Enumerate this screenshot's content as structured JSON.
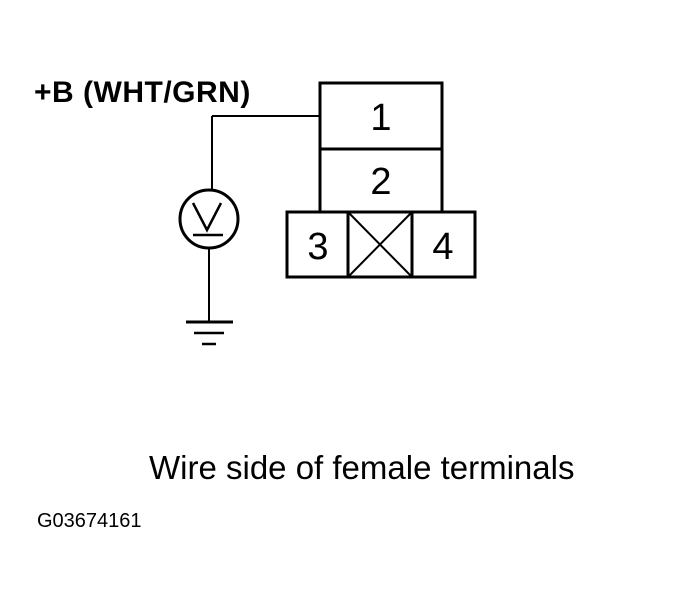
{
  "supply_label": "+B (WHT/GRN)",
  "terminals": {
    "t1": "1",
    "t2": "2",
    "t3": "3",
    "t4": "4"
  },
  "caption": "Wire side of female terminals",
  "figure_id": "G03674161",
  "colors": {
    "line": "#000000",
    "background": "#ffffff"
  },
  "icons": {
    "meter": "voltmeter-icon",
    "ground": "ground-icon",
    "blank_cavity": "blank-cavity-icon"
  }
}
